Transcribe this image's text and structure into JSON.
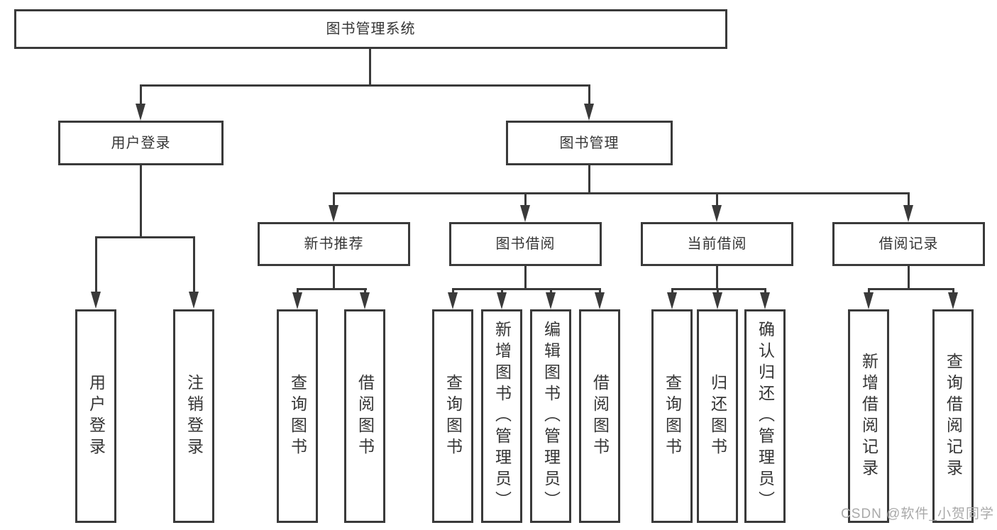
{
  "diagram": {
    "tree": {
      "label": "图书管理系统",
      "children": [
        {
          "label": "用户登录",
          "children": [
            {
              "label": "用户登录"
            },
            {
              "label": "注销登录"
            }
          ]
        },
        {
          "label": "图书管理",
          "children": [
            {
              "label": "新书推荐",
              "children": [
                {
                  "label": "查询图书"
                },
                {
                  "label": "借阅图书"
                }
              ]
            },
            {
              "label": "图书借阅",
              "children": [
                {
                  "label": "查询图书"
                },
                {
                  "label": "新增图书（管理员）"
                },
                {
                  "label": "编辑图书（管理员）"
                },
                {
                  "label": "借阅图书"
                }
              ]
            },
            {
              "label": "当前借阅",
              "children": [
                {
                  "label": "查询图书"
                },
                {
                  "label": "归还图书"
                },
                {
                  "label": "确认归还（管理员）"
                }
              ]
            },
            {
              "label": "借阅记录",
              "children": [
                {
                  "label": "新增借阅记录"
                },
                {
                  "label": "查询借阅记录"
                }
              ]
            }
          ]
        }
      ]
    },
    "colors": {
      "line": "#3a3a3a",
      "text": "#353535",
      "bg": "#ffffff",
      "watermark": "#a9a9a9"
    }
  },
  "watermark": {
    "text": "CSDN @软件_小贺同学"
  }
}
